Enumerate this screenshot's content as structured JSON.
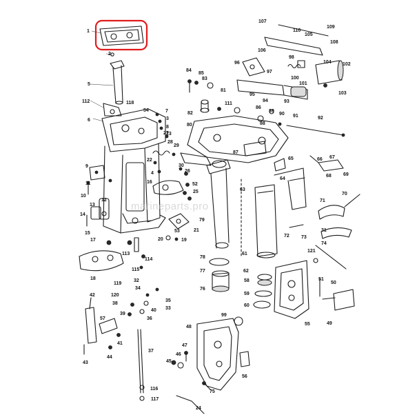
{
  "watermark": "marineparts.pro",
  "colors": {
    "highlight": "#e01b1b",
    "ink": "#1a1a1a"
  },
  "callouts": {
    "c1": "1",
    "c2": "2",
    "c3": "3",
    "c4": "4",
    "c5": "5",
    "c6": "6",
    "c7": "7",
    "c8": "8",
    "c9": "9",
    "c10": "10",
    "c11": "11",
    "c12": "12",
    "c13": "13",
    "c14": "14",
    "c15": "15",
    "c16": "16",
    "c17": "17",
    "c18": "18",
    "c19": "19",
    "c20": "20",
    "c21": "21",
    "c22": "22",
    "c23": "23",
    "c24": "24",
    "c25": "25",
    "c26": "26",
    "c27": "27",
    "c28": "28",
    "c29": "29",
    "c30": "30",
    "c31": "31",
    "c32": "32",
    "c33": "33",
    "c34": "34",
    "c35": "35",
    "c36": "36",
    "c37": "37",
    "c38": "38",
    "c39": "39",
    "c40": "40",
    "c41": "41",
    "c42": "42",
    "c43": "43",
    "c44": "44",
    "c45": "45",
    "c46": "46",
    "c47": "47",
    "c48": "48",
    "c49": "49",
    "c50": "50",
    "c51": "51",
    "c52": "52",
    "c53": "53",
    "c54": "54",
    "c55": "55",
    "c56": "56",
    "c57": "57",
    "c58": "58",
    "c59": "59",
    "c60": "60",
    "c61": "61",
    "c62": "62",
    "c63": "63",
    "c64": "64",
    "c65": "65",
    "c66": "66",
    "c67": "67",
    "c68": "68",
    "c69": "69",
    "c70": "70",
    "c71": "71",
    "c72": "72",
    "c73": "73",
    "c74": "74",
    "c75": "75",
    "c76": "76",
    "c77": "77",
    "c78": "78",
    "c79": "79",
    "c80": "80",
    "c81": "81",
    "c82": "82",
    "c83": "83",
    "c84": "84",
    "c85": "85",
    "c86": "86",
    "c87": "87",
    "c88": "88",
    "c89": "89",
    "c90": "90",
    "c91": "91",
    "c92": "92",
    "c93": "93",
    "c94": "94",
    "c95": "95",
    "c96": "96",
    "c97": "97",
    "c98": "98",
    "c99": "99",
    "c100": "100",
    "c101": "101",
    "c102": "102",
    "c103": "103",
    "c104": "104",
    "c105": "105",
    "c106": "106",
    "c107": "107",
    "c108": "108",
    "c109": "109",
    "c110": "110",
    "c111": "111",
    "c112": "112",
    "c113": "113",
    "c114": "114",
    "c115": "115",
    "c116": "116",
    "c117": "117",
    "c118": "118",
    "c119": "119",
    "c120": "120",
    "c121": "121"
  }
}
